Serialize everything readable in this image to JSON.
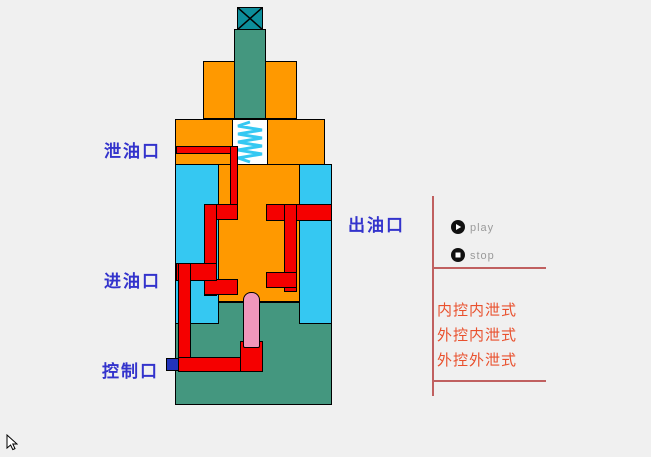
{
  "diagram": {
    "labels": {
      "drain_port": "泄油口",
      "outlet_port": "出油口",
      "inlet_port": "进油口",
      "control_port": "控制口"
    }
  },
  "control_panel": {
    "play_label": "play",
    "stop_label": "stop",
    "menu_items": [
      {
        "label": "内控内泄式"
      },
      {
        "label": "外控内泄式"
      },
      {
        "label": "外控外泄式"
      }
    ]
  },
  "colors": {
    "background": "#f0f0f0",
    "housing_orange": "#ff9900",
    "chamber_cyan": "#35c8f2",
    "oil_red": "#f50000",
    "valve_teal": "#44977f",
    "screw_teal": "#0d8e9b",
    "piston_pink": "#f096bb",
    "port_label_blue": "#3333cc",
    "menu_text_red": "#e9512e",
    "panel_line": "#c06060",
    "control_marker_blue": "#2233bb",
    "spring_cyan": "#35c8f2"
  }
}
